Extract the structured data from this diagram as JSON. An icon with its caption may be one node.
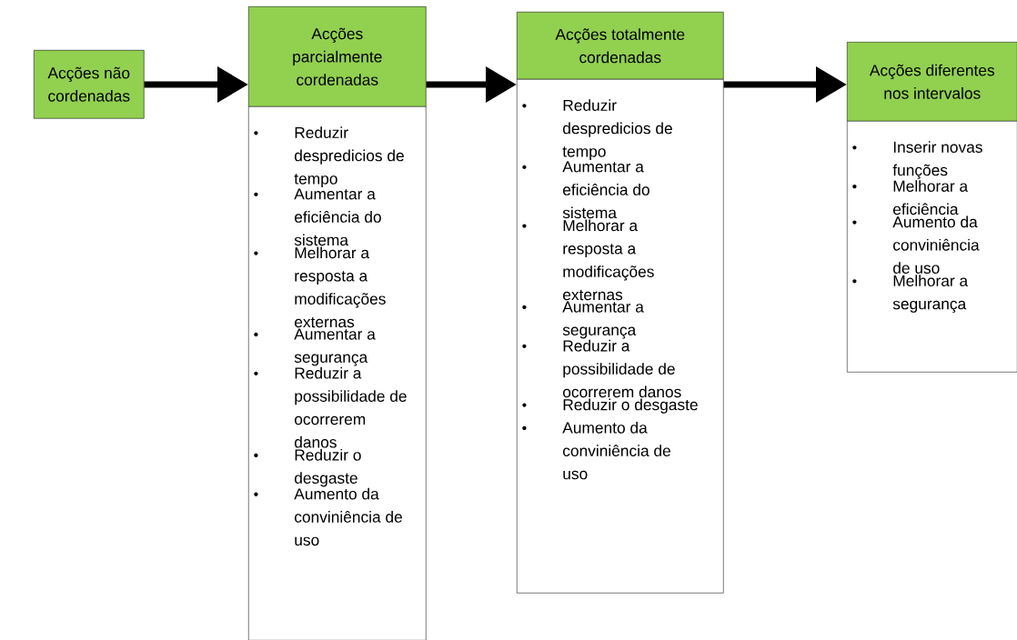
{
  "diagram": {
    "nodes": [
      {
        "text": [
          "Acções não cordenadas"
        ]
      },
      {
        "text": [
          "Acções parcialmente cordenadas"
        ]
      },
      {
        "text": [
          "Reduzir despredicios de tempo",
          "Aumentar a eficiência do sistema",
          "Melhorar a resposta a modificações externas",
          "Aumentar a segurança",
          "Reduzir a possibilidade de ocorrerem danos",
          "Reduzir o desgaste",
          "Aumento da conviniência de uso"
        ]
      },
      {
        "text": [
          "Acções totalmente cordenadas"
        ]
      },
      {
        "text": [
          "Reduzir despredicios de tempo",
          "Aumentar a eficiência do sistema",
          "Melhorar a resposta a modificações externas",
          "Aumentar a segurança",
          "Reduzir a possibilidade de ocorrerem danos",
          "Reduzir o desgaste",
          "Aumento da conviniência de uso"
        ]
      },
      {
        "text": [
          "Acções diferentes nos intervalos"
        ]
      },
      {
        "text": [
          "Inserir novas funções",
          "Melhorar a eficiência",
          "Aumento da conviniência de uso",
          "Melhorar a segurança"
        ]
      }
    ],
    "edges": [
      {
        "from": 0,
        "to": 1,
        "arrow": "to"
      },
      {
        "from": 1,
        "to": 3,
        "arrow": "to"
      },
      {
        "from": 3,
        "to": 5,
        "arrow": "to"
      }
    ]
  }
}
